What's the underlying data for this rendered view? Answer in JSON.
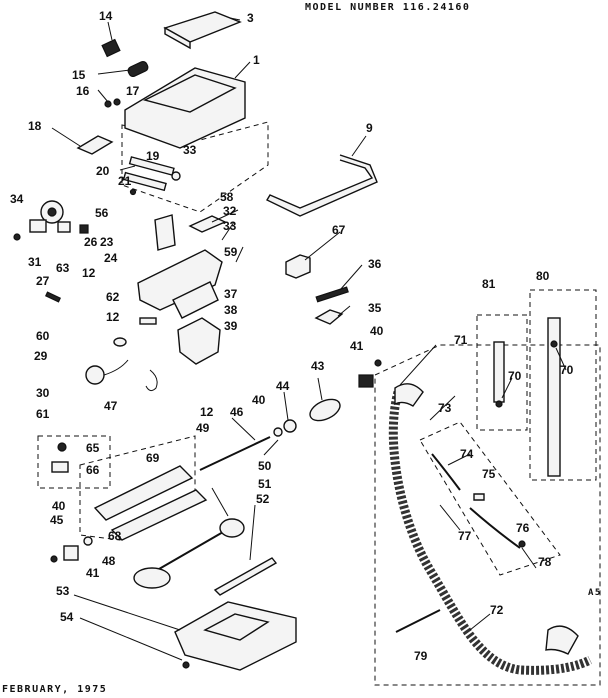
{
  "header": {
    "model_label": "MODEL NUMBER 116.24160",
    "date_label": "FEBRUARY, 1975",
    "code": "A5"
  },
  "callouts": {
    "p1": "1",
    "p3": "3",
    "p9": "9",
    "p12": "12",
    "p14": "14",
    "p15": "15",
    "p16": "16",
    "p17": "17",
    "p18": "18",
    "p19": "19",
    "p20": "20",
    "p21": "21",
    "p23": "23",
    "p24": "24",
    "p26": "26",
    "p27": "27",
    "p29": "29",
    "p30": "30",
    "p31": "31",
    "p32": "32",
    "p33": "33",
    "p34": "34",
    "p35": "35",
    "p36": "36",
    "p37": "37",
    "p38": "38",
    "p39": "39",
    "p40": "40",
    "p41": "41",
    "p43": "43",
    "p44": "44",
    "p45": "45",
    "p46": "46",
    "p47": "47",
    "p48": "48",
    "p49": "49",
    "p50": "50",
    "p51": "51",
    "p52": "52",
    "p53": "53",
    "p54": "54",
    "p56": "56",
    "p58": "58",
    "p59": "59",
    "p60": "60",
    "p61": "61",
    "p62": "62",
    "p63": "63",
    "p65": "65",
    "p66": "66",
    "p67": "67",
    "p68": "68",
    "p69": "69",
    "p70": "70",
    "p71": "71",
    "p72": "72",
    "p73": "73",
    "p74": "74",
    "p75": "75",
    "p76": "76",
    "p77": "77",
    "p78": "78",
    "p79": "79",
    "p80": "80",
    "p81": "81"
  }
}
